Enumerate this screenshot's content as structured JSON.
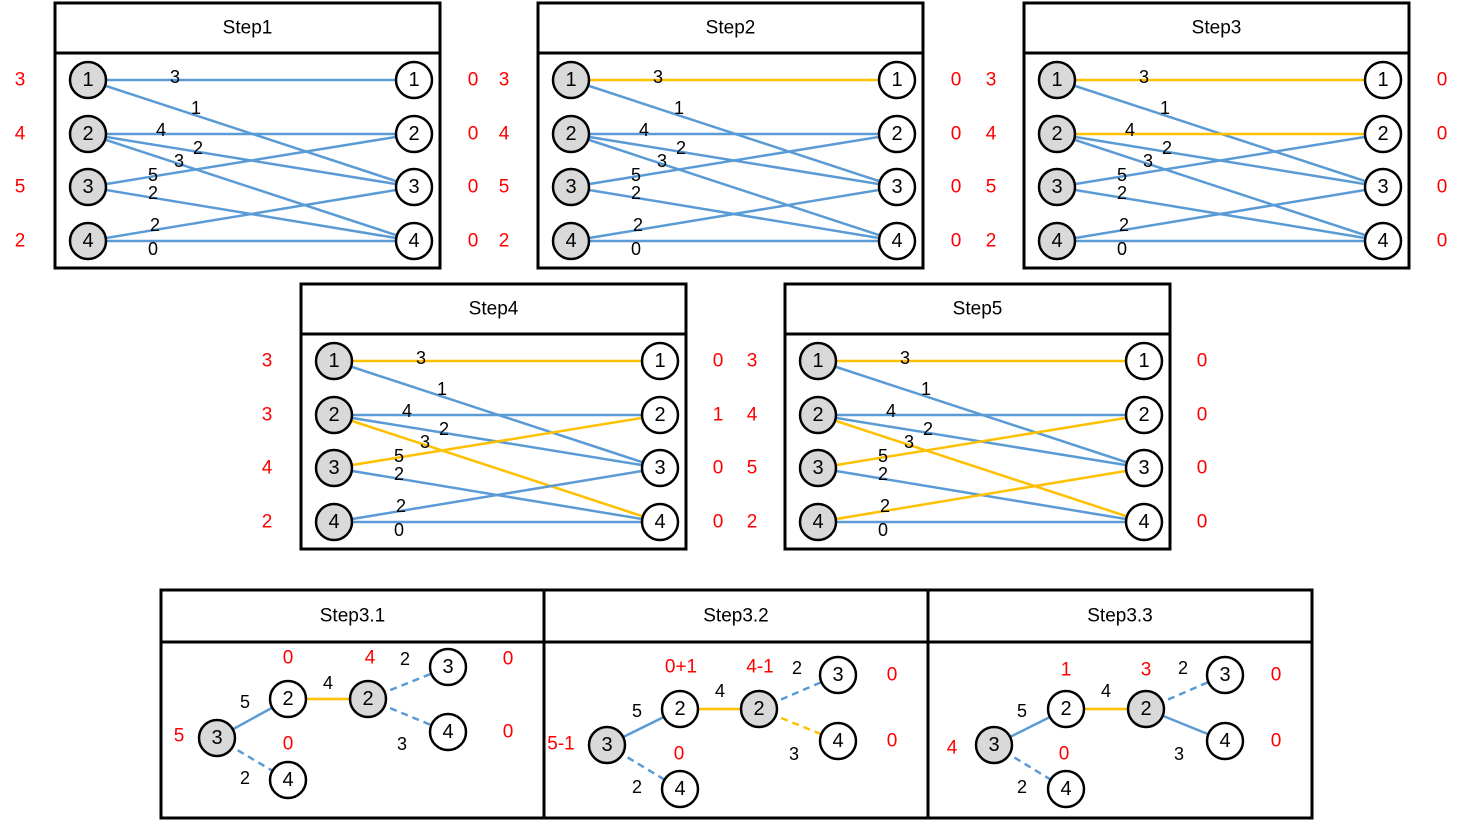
{
  "colors": {
    "blue_edge": "#5b9bd5",
    "yellow_edge": "#ffc000",
    "label_red": "#ff0000",
    "left_node_fill": "#d9d9d9"
  },
  "steps": [
    {
      "title": "Step1",
      "left_labels": [
        "3",
        "4",
        "5",
        "2"
      ],
      "right_labels": [
        "0",
        "0",
        "0",
        "0"
      ],
      "left_nodes": [
        "1",
        "2",
        "3",
        "4"
      ],
      "right_nodes": [
        "1",
        "2",
        "3",
        "4"
      ],
      "yellow": []
    },
    {
      "title": "Step2",
      "left_labels": [
        "3",
        "4",
        "5",
        "2"
      ],
      "right_labels": [
        "0",
        "0",
        "0",
        "0"
      ],
      "left_nodes": [
        "1",
        "2",
        "3",
        "4"
      ],
      "right_nodes": [
        "1",
        "2",
        "3",
        "4"
      ],
      "yellow": [
        [
          1,
          1
        ]
      ]
    },
    {
      "title": "Step3",
      "left_labels": [
        "3",
        "4",
        "5",
        "2"
      ],
      "right_labels": [
        "0",
        "0",
        "0",
        "0"
      ],
      "left_nodes": [
        "1",
        "2",
        "3",
        "4"
      ],
      "right_nodes": [
        "1",
        "2",
        "3",
        "4"
      ],
      "yellow": [
        [
          1,
          1
        ],
        [
          2,
          2
        ]
      ]
    },
    {
      "title": "Step4",
      "left_labels": [
        "3",
        "3",
        "4",
        "2"
      ],
      "right_labels": [
        "0",
        "1",
        "0",
        "0"
      ],
      "left_nodes": [
        "1",
        "2",
        "3",
        "4"
      ],
      "right_nodes": [
        "1",
        "2",
        "3",
        "4"
      ],
      "yellow": [
        [
          1,
          1
        ],
        [
          2,
          4
        ],
        [
          3,
          2
        ]
      ]
    },
    {
      "title": "Step5",
      "left_labels": [
        "3",
        "4",
        "5",
        "2"
      ],
      "right_labels": [
        "0",
        "0",
        "0",
        "0"
      ],
      "left_nodes": [
        "1",
        "2",
        "3",
        "4"
      ],
      "right_nodes": [
        "1",
        "2",
        "3",
        "4"
      ],
      "yellow": [
        [
          1,
          1
        ],
        [
          2,
          4
        ],
        [
          3,
          2
        ],
        [
          4,
          3
        ]
      ]
    }
  ],
  "edges": [
    {
      "from": 1,
      "to": 1,
      "w": "3"
    },
    {
      "from": 1,
      "to": 3,
      "w": "1"
    },
    {
      "from": 2,
      "to": 2,
      "w": "4"
    },
    {
      "from": 2,
      "to": 3,
      "w": "2"
    },
    {
      "from": 2,
      "to": 4,
      "w": "3"
    },
    {
      "from": 3,
      "to": 2,
      "w": "5"
    },
    {
      "from": 3,
      "to": 4,
      "w": "2"
    },
    {
      "from": 4,
      "to": 3,
      "w": "2"
    },
    {
      "from": 4,
      "to": 4,
      "w": "0"
    }
  ],
  "trees": [
    {
      "title": "Step3.1",
      "root": {
        "node": "3",
        "label": "5"
      },
      "mid": {
        "node": "2",
        "label": "0",
        "edge_w": "5"
      },
      "low": {
        "node": "4",
        "label": "0",
        "edge_w": "2"
      },
      "right": {
        "node": "2",
        "label": "4",
        "edge_w": "4"
      },
      "top_leaf": {
        "node": "3",
        "label": "0",
        "edge_w": "2"
      },
      "bot_leaf": {
        "node": "4",
        "label": "0",
        "edge_w": "3"
      }
    },
    {
      "title": "Step3.2",
      "root": {
        "node": "3",
        "label": "5-1"
      },
      "mid": {
        "node": "2",
        "label": "0+1",
        "edge_w": "5"
      },
      "low": {
        "node": "4",
        "label": "0",
        "edge_w": "2"
      },
      "right": {
        "node": "2",
        "label": "4-1",
        "edge_w": "4"
      },
      "top_leaf": {
        "node": "3",
        "label": "0",
        "edge_w": "2"
      },
      "bot_leaf": {
        "node": "4",
        "label": "0",
        "edge_w": "3"
      }
    },
    {
      "title": "Step3.3",
      "root": {
        "node": "3",
        "label": "4"
      },
      "mid": {
        "node": "2",
        "label": "1",
        "edge_w": "5"
      },
      "low": {
        "node": "4",
        "label": "0",
        "edge_w": "2"
      },
      "right": {
        "node": "2",
        "label": "3",
        "edge_w": "4"
      },
      "top_leaf": {
        "node": "3",
        "label": "0",
        "edge_w": "2"
      },
      "bot_leaf": {
        "node": "4",
        "label": "0",
        "edge_w": "3"
      }
    }
  ]
}
